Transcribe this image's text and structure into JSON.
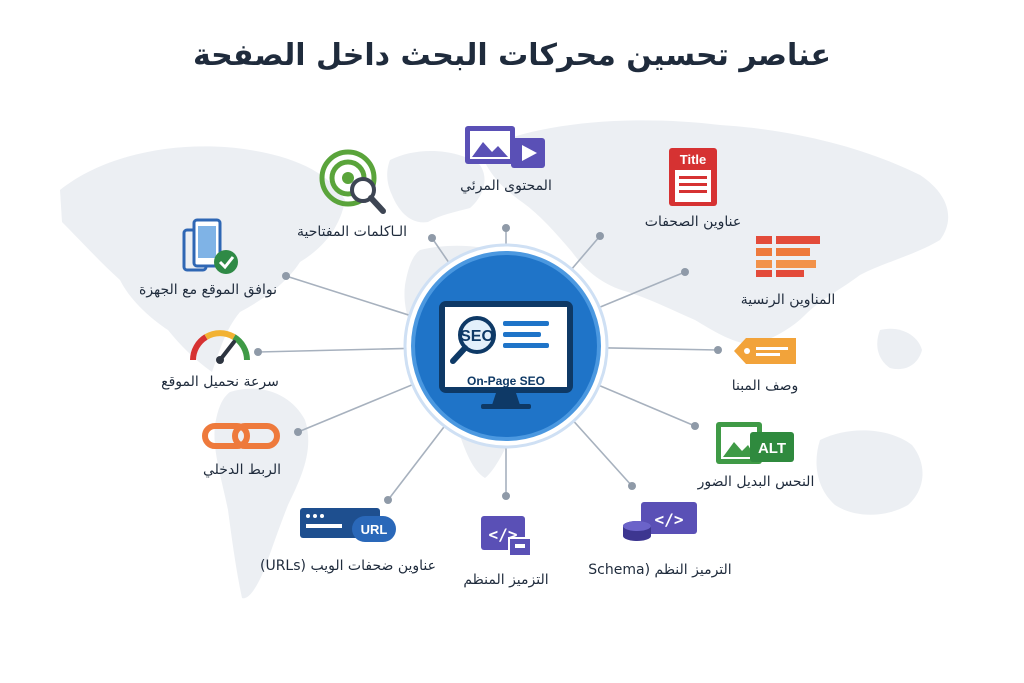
{
  "title": "عناصر تحسين محركات البحث داخل الصفحة",
  "hub": {
    "seo_text": "SEO",
    "caption": "On-Page SEO"
  },
  "nodes": {
    "media": "المحتوى المرئي",
    "keywords": "الـاكلمات المفتاحية",
    "titles": "عناوين الصحفات",
    "title_icon_text": "Title",
    "headings": "المناوين الرنسية",
    "mobile": "نوافق الموقع مع الجهزة",
    "speed": "سرعة نحميل الموقع",
    "meta": "وصف المبنا",
    "links": "الربط الدخلي",
    "alt": "النحس البديل الضور",
    "alt_icon_text": "ALT",
    "urls": "عناوين ضحفات الويب (URLs)",
    "url_icon_text": "URL",
    "structured": "التزميز المنظم",
    "schema": "الترميز النظم (Schema"
  }
}
